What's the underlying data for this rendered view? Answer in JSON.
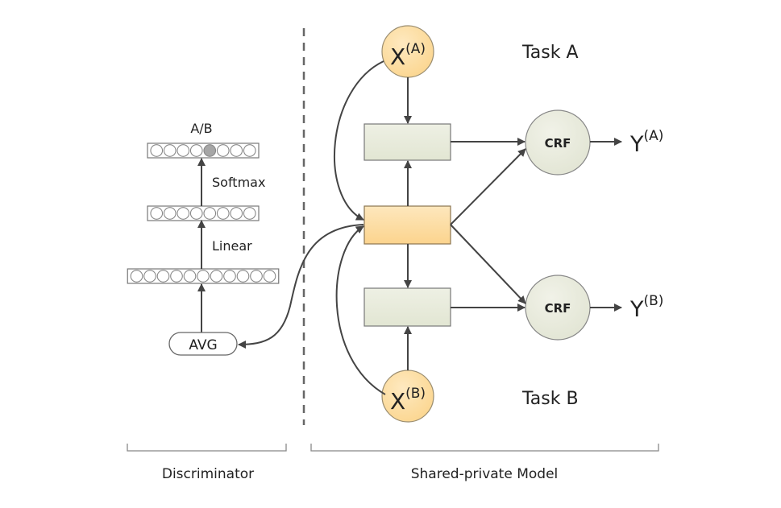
{
  "discriminator": {
    "output_label": "A/B",
    "layers": [
      {
        "name": "output-layer",
        "units": 8,
        "highlighted_unit": 4
      },
      {
        "name": "hidden-layer",
        "units": 8,
        "highlighted_unit": null
      },
      {
        "name": "input-layer",
        "units": 11,
        "highlighted_unit": null
      }
    ],
    "softmax_label": "Softmax",
    "linear_label": "Linear",
    "avg_label": "AVG",
    "section_label": "Discriminator"
  },
  "shared_private": {
    "task_a_label": "Task A",
    "task_b_label": "Task B",
    "input_a": {
      "base": "X",
      "sup": "(A)"
    },
    "input_b": {
      "base": "X",
      "sup": "(B)"
    },
    "output_a": {
      "base": "Y",
      "sup": "(A)"
    },
    "output_b": {
      "base": "Y",
      "sup": "(B)"
    },
    "crf_label": "CRF",
    "section_label": "Shared-private Model"
  },
  "colors": {
    "input_node_fill": "#fde1a6",
    "shared_box_fill": "#fdd99a",
    "private_box_fill": "#e8ebdc",
    "crf_fill": "#eaecde",
    "edge": "#444444",
    "highlight_unit": "#a6a6a6"
  }
}
